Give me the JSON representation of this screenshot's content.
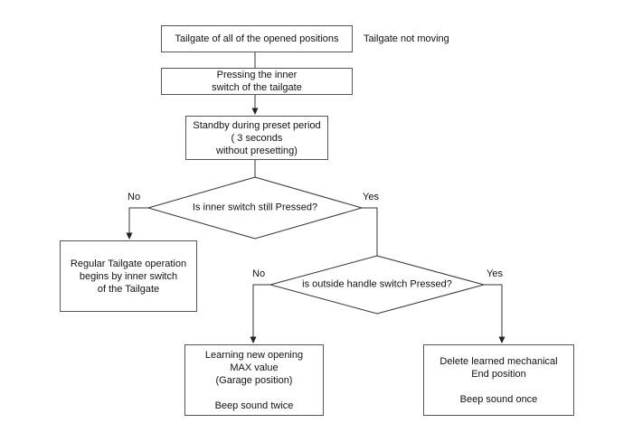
{
  "nodes": {
    "start": {
      "text": "Tailgate of all of the opened positions"
    },
    "press": {
      "text": "Pressing the inner\nswitch of the tailgate"
    },
    "standby": {
      "text": "Standby during preset period\n( 3 seconds\nwithout presetting)"
    },
    "decision1": {
      "text": "Is inner switch still Pressed?"
    },
    "regular": {
      "text": "Regular Tailgate operation\nbegins by inner switch\nof the Tailgate"
    },
    "decision2": {
      "text": "is outside handle switch Pressed?"
    },
    "learning": {
      "text": "Learning new opening\nMAX value\n(Garage position)\n\nBeep sound twice"
    },
    "delete": {
      "text": "Delete learned mechanical\nEnd position\n\nBeep sound once"
    }
  },
  "labels": {
    "decision1_no": "No",
    "decision1_yes": "Yes",
    "decision2_no": "No",
    "decision2_yes": "Yes"
  },
  "side_note": {
    "text": "Tailgate not moving"
  }
}
